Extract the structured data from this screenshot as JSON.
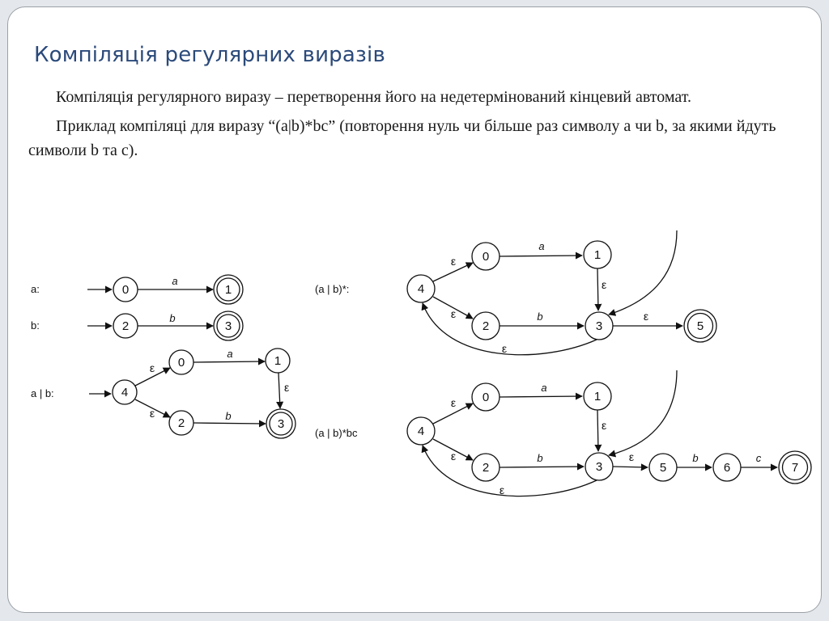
{
  "slide": {
    "title": "Компіляція регулярних виразів",
    "paragraph1": "Компіляція регулярного виразу – перетворення його на недетермінований кінцевий автомат.",
    "paragraph2": "Приклад компіляці для виразу “(a|b)*bc” (повторення нуль чи більше раз символу a чи b, за якими йдуть символи b та c)."
  },
  "diagram": {
    "labels": {
      "a": "a:",
      "b": "b:",
      "union": "a | b:",
      "star": "(a | b)*:",
      "full": "(a | b)*bc"
    },
    "symbols": {
      "a": "a",
      "b": "b",
      "c": "c",
      "epsilon": "ε"
    },
    "states": {
      "s0": "0",
      "s1": "1",
      "s2": "2",
      "s3": "3",
      "s4": "4",
      "s5": "5",
      "s6": "6",
      "s7": "7"
    }
  },
  "colors": {
    "title": "#2b4a7a",
    "frame": "#9aa0a6",
    "background": "#e4e8ec"
  }
}
